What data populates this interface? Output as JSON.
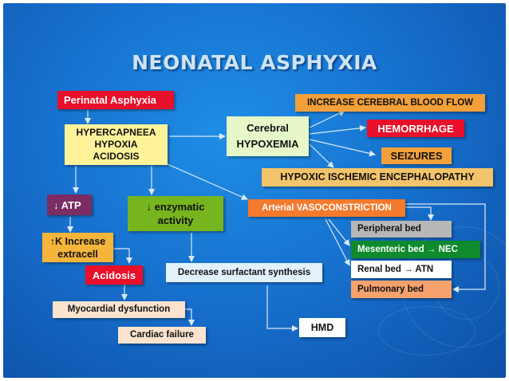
{
  "title": "NEONATAL ASPHYXIA",
  "nodes": {
    "perinatal_asphyxia": "Perinatal Asphyxia",
    "hypercapneea": "HYPERCAPNEEA",
    "hypoxia": "HYPOXIA",
    "acidosis_upper": "ACIDOSIS",
    "cerebral": "Cerebral",
    "hypoxemia": "HYPOXEMIA",
    "increase_cbf": "INCREASE CEREBRAL BLOOD FLOW",
    "hemorrhage": "HEMORRHAGE",
    "seizures": "SEIZURES",
    "hie": "HYPOXIC ISCHEMIC ENCEPHALOPATHY",
    "atp": "↓ ATP",
    "enzymatic_1": "↓ enzymatic",
    "enzymatic_2": "activity",
    "vasoconstriction_a": "Arterial ",
    "vasoconstriction_b": "VASOCONSTRICTION",
    "peripheral_bed": "Peripheral bed",
    "mesenteric_bed": "Mesenteric bed → NEC",
    "k_increase_1": "↑K Increase",
    "k_increase_2": "extracell",
    "renal_bed": "Renal bed → ATN",
    "acidosis": "Acidosis",
    "decrease_surfactant": "Decrease surfactant synthesis",
    "pulmonary_bed": "Pulmonary bed",
    "myocardial": "Myocardial dysfunction",
    "hmd": "HMD",
    "cardiac_failure": "Cardiac failure"
  },
  "colors": {
    "background": "#1772cf",
    "red": "#e8102a",
    "orange": "#f3a03a",
    "yellow": "#fff39a",
    "purple": "#7b2c63",
    "green": "#77b51e",
    "dark_green": "#0f8a2c",
    "grey": "#b7b7b7",
    "arrow": "#dbe9f7"
  }
}
